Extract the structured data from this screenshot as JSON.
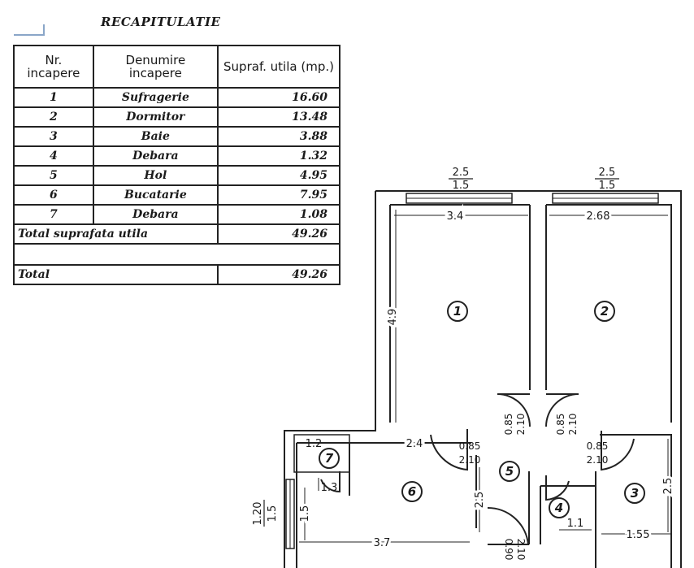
{
  "summary": {
    "title": "RECAPITULATIE",
    "headers": [
      "Nr. incapere",
      "Denumire incapere",
      "Supraf. utila (mp.)"
    ],
    "rows": [
      {
        "nr": "1",
        "name": "Sufragerie",
        "area": "16.60"
      },
      {
        "nr": "2",
        "name": "Dormitor",
        "area": "13.48"
      },
      {
        "nr": "3",
        "name": "Baie",
        "area": "3.88"
      },
      {
        "nr": "4",
        "name": "Debara",
        "area": "1.32"
      },
      {
        "nr": "5",
        "name": "Hol",
        "area": "4.95"
      },
      {
        "nr": "6",
        "name": "Bucatarie",
        "area": "7.95"
      },
      {
        "nr": "7",
        "name": "Debara",
        "area": "1.08"
      }
    ],
    "total_useful_label": "Total suprafata utila",
    "total_useful_value": "49.26",
    "total_label": "Total",
    "total_value": "49.26"
  },
  "plan": {
    "rooms": [
      "1",
      "2",
      "3",
      "4",
      "5",
      "6",
      "7"
    ],
    "window_1": {
      "top": "2.5",
      "bottom": "1.5"
    },
    "window_2": {
      "top": "2.5",
      "bottom": "1.5"
    },
    "window_3": {
      "top": "1.20",
      "bottom": "1.5"
    },
    "dim_room1_width": "3.4",
    "dim_room2_width": "2.68",
    "dim_room1_height": "4.9",
    "dim_kitchen_width": "2.4",
    "dim_kitchen_bottom": "3.7",
    "dim_kitchen_height": "1.5",
    "dim_debara7_width": "1.2",
    "dim_debara7_height": "1.3",
    "dim_hol_height": "2.5",
    "dim_bath_height": "2.5",
    "dim_bath_width": "1.55",
    "dim_debara4_width": "1.1",
    "door_room1": {
      "top": "0.85",
      "bottom": "2.10"
    },
    "door_room2": {
      "top": "0.85",
      "bottom": "2.10"
    },
    "door_kitchen": {
      "top": "0.85",
      "bottom": "2.10"
    },
    "door_bath": {
      "top": "0.85",
      "bottom": "2.10"
    },
    "door_entry": {
      "top": "0.90",
      "bottom": "2.10"
    }
  }
}
